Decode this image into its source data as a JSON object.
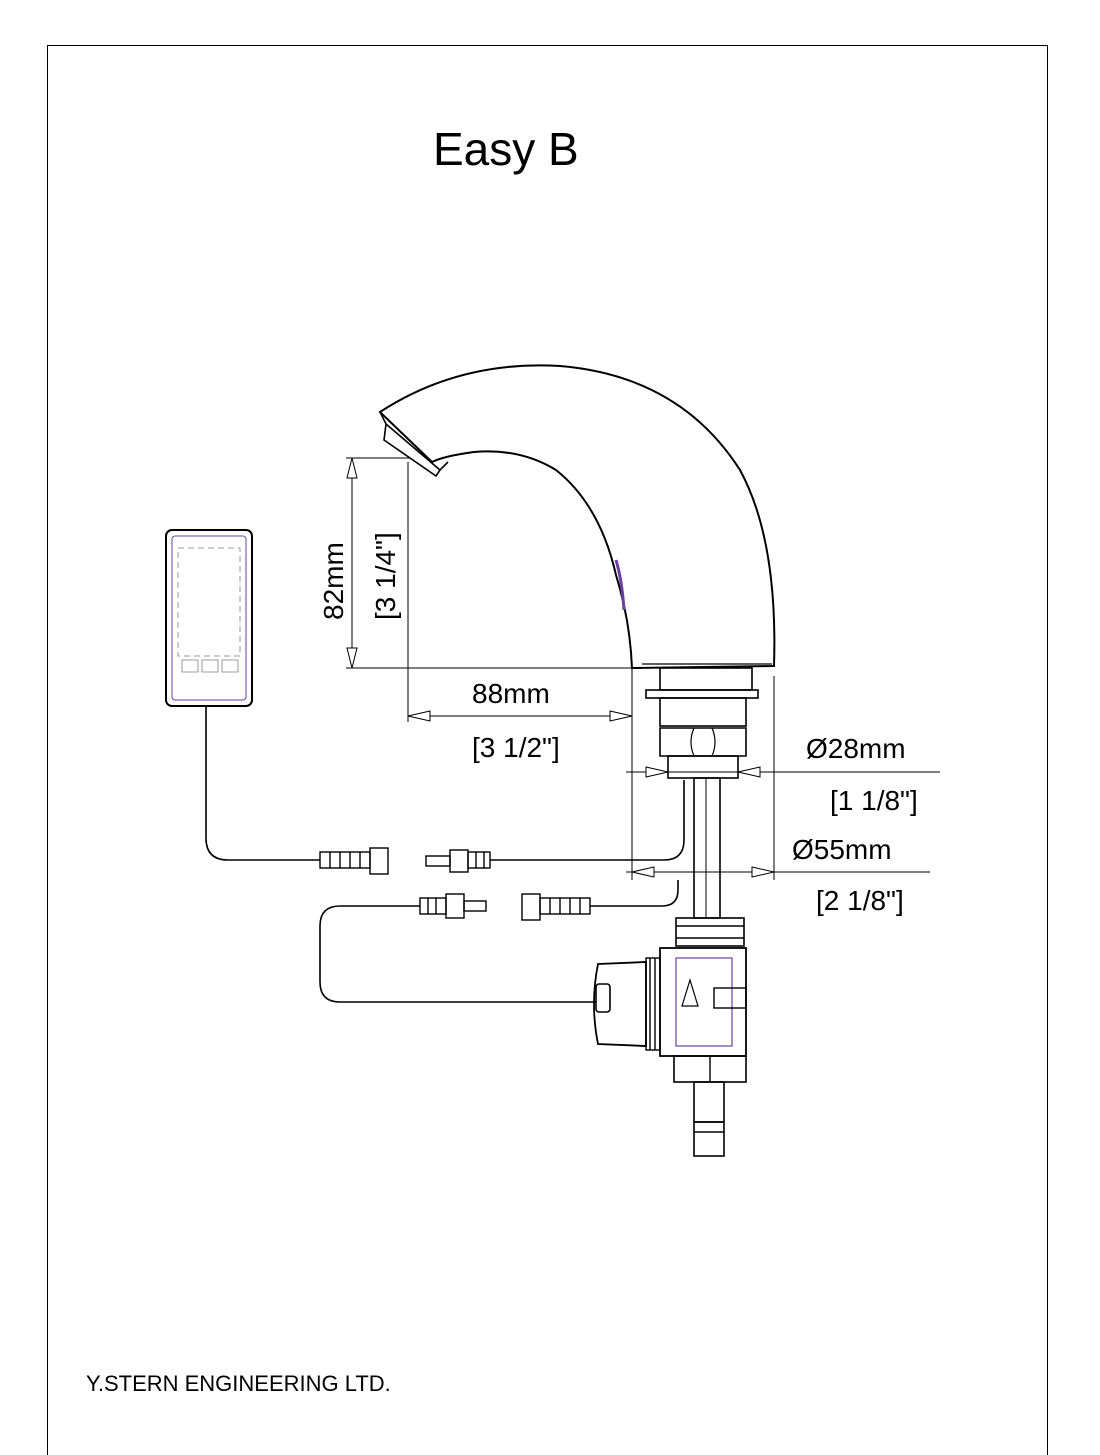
{
  "title": "Easy B",
  "company": "Y.STERN ENGINEERING LTD.",
  "dimensions": {
    "height_mm": "82mm",
    "height_in": "[3 1/4\"]",
    "reach_mm": "88mm",
    "reach_in": "[3 1/2\"]",
    "neck_dia_mm": "Ø28mm",
    "neck_dia_in": "[1 1/8\"]",
    "base_dia_mm": "Ø55mm",
    "base_dia_in": "[2 1/8\"]"
  },
  "colors": {
    "line": "#000000",
    "accent": "#6a3fa0"
  }
}
